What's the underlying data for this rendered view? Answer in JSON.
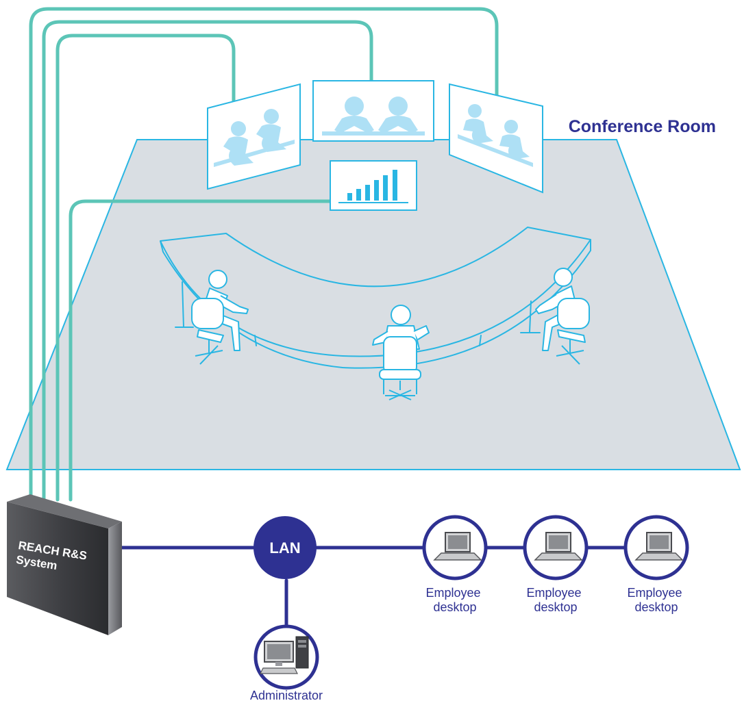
{
  "room_title": "Conference Room",
  "system_label": [
    "REACH R&S",
    "System"
  ],
  "lan_label": "LAN",
  "employees": [
    {
      "line1": "Employee",
      "line2": "desktop"
    },
    {
      "line1": "Employee",
      "line2": "desktop"
    },
    {
      "line1": "Employee",
      "line2": "desktop"
    }
  ],
  "admin_label": "Administrator",
  "colors": {
    "floor": "#d9dee3",
    "floor_edge": "#29b6e3",
    "cable": "#5cc5b7",
    "network": "#2e3192",
    "person": "#aee0f5"
  }
}
